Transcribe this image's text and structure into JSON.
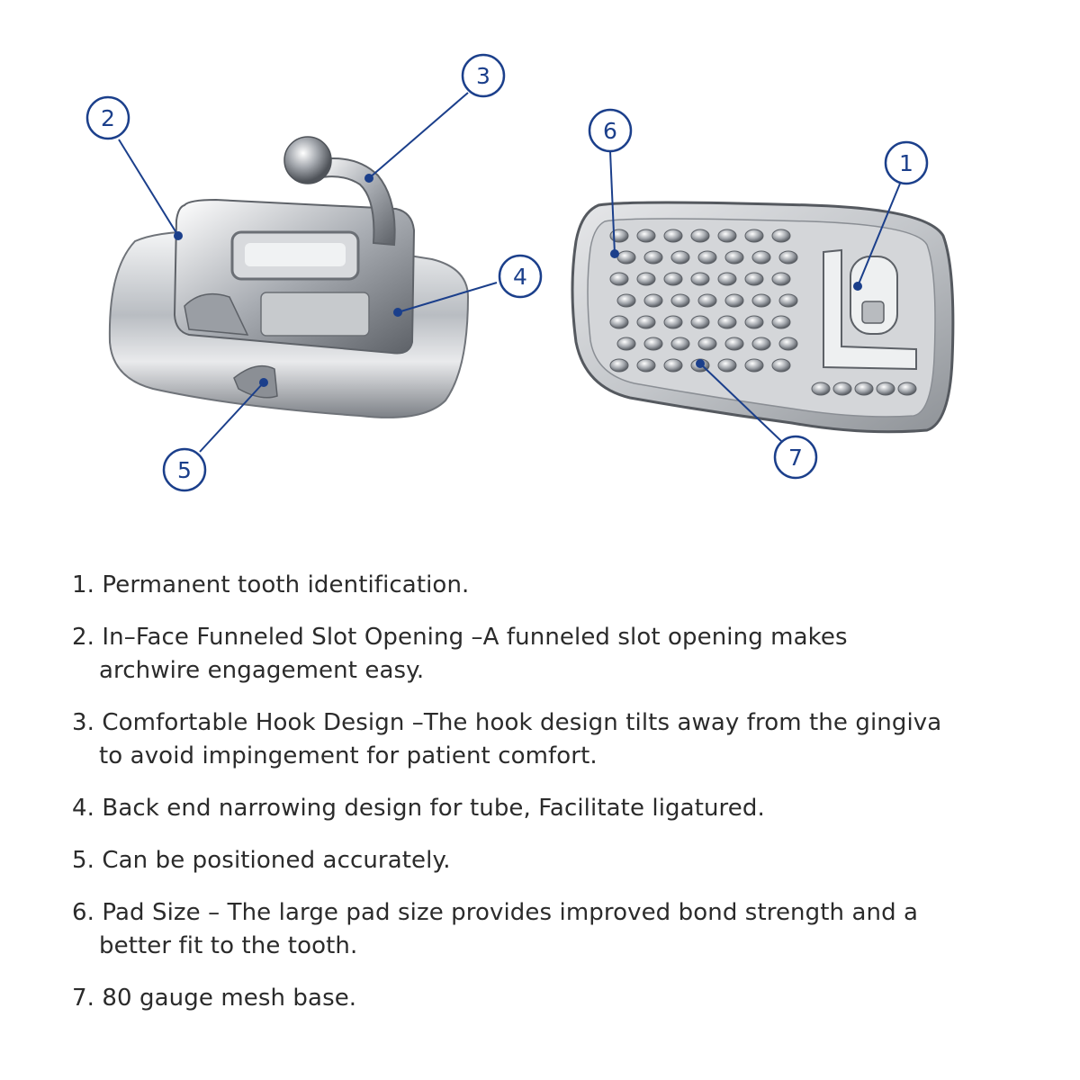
{
  "callouts": [
    "1",
    "2",
    "3",
    "4",
    "5",
    "6",
    "7"
  ],
  "colors": {
    "accent": "#1b3f8b",
    "text": "#2b2b2b",
    "metal": "#c9ccd0"
  },
  "features": [
    {
      "num": "1.",
      "line1": "Permanent tooth identification.",
      "line2": ""
    },
    {
      "num": "2.",
      "line1": "In–Face Funneled Slot Opening –A funneled slot opening makes",
      "line2": "archwire engagement easy."
    },
    {
      "num": "3.",
      "line1": "Comfortable Hook Design –The hook design tilts away from the gingiva",
      "line2": "to avoid impingement for patient comfort."
    },
    {
      "num": "4.",
      "line1": "Back end narrowing design for tube, Facilitate ligatured.",
      "line2": ""
    },
    {
      "num": "5.",
      "line1": "Can be positioned accurately.",
      "line2": ""
    },
    {
      "num": "6.",
      "line1": "Pad Size – The large pad size provides improved bond strength and a",
      "line2": "better fit to the tooth."
    },
    {
      "num": "7.",
      "line1": "80 gauge mesh base.",
      "line2": ""
    }
  ]
}
